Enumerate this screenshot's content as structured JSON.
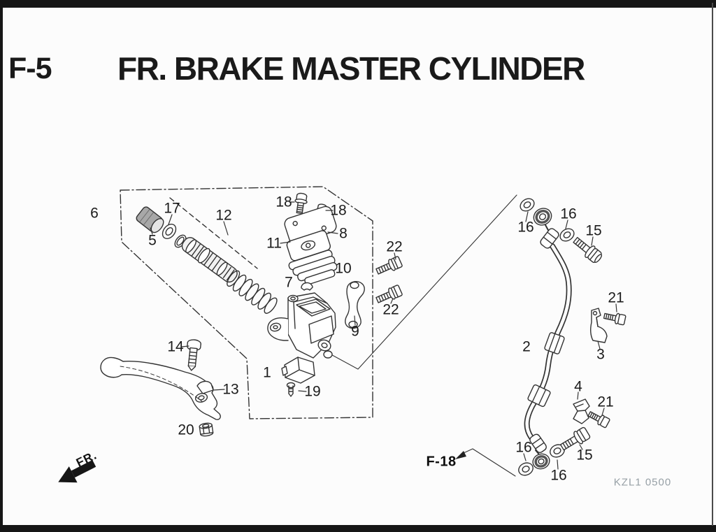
{
  "colors": {
    "ink": "#333333",
    "page_background": "#fcfcfc",
    "frame_black": "#161616",
    "watermark_gray": "#97a0a6"
  },
  "header": {
    "section_code": "F-5",
    "title": "FR. BRAKE MASTER CYLINDER"
  },
  "diagram": {
    "callouts": [
      {
        "part": "6"
      },
      {
        "part": "17"
      },
      {
        "part": "5"
      },
      {
        "part": "12"
      },
      {
        "part": "18"
      },
      {
        "part": "18"
      },
      {
        "part": "8"
      },
      {
        "part": "11"
      },
      {
        "part": "22"
      },
      {
        "part": "10"
      },
      {
        "part": "7"
      },
      {
        "part": "22"
      },
      {
        "part": "9"
      },
      {
        "part": "14"
      },
      {
        "part": "13"
      },
      {
        "part": "1"
      },
      {
        "part": "19"
      },
      {
        "part": "20"
      },
      {
        "part": "16"
      },
      {
        "part": "16"
      },
      {
        "part": "15"
      },
      {
        "part": "21"
      },
      {
        "part": "3"
      },
      {
        "part": "2"
      },
      {
        "part": "4"
      },
      {
        "part": "21"
      },
      {
        "part": "15"
      },
      {
        "part": "16"
      },
      {
        "part": "16"
      }
    ],
    "cross_reference": {
      "label": "F-18"
    },
    "direction_indicator": {
      "label": "FR."
    },
    "watermark": "KZL1 0500"
  }
}
